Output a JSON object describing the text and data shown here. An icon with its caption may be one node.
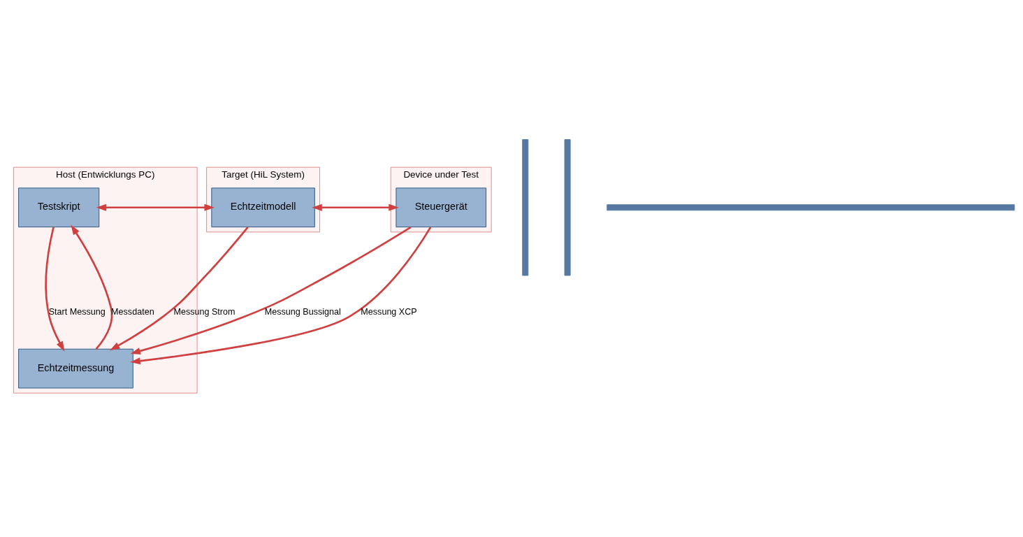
{
  "diagram": {
    "nodes": [
      {
        "text": [
          "Host (Entwicklungs PC)"
        ]
      },
      {
        "text": [
          "Testskript"
        ],
        "in": 0
      },
      {
        "text": [
          "Echtzeitmessung"
        ],
        "in": 0
      },
      {
        "text": [
          "Target (HiL System)"
        ]
      },
      {
        "text": [
          "Echtzeitmodell"
        ],
        "in": 3
      },
      {
        "text": [
          "Device under Test"
        ]
      },
      {
        "text": [
          "Steuergerät"
        ],
        "in": 5
      },
      {
        "text": [],
        "shape": "bar"
      },
      {
        "text": [],
        "shape": "bar"
      },
      {
        "text": [],
        "shape": "bar"
      }
    ],
    "edges": [
      {
        "from": 1,
        "to": 4,
        "arrow": "both"
      },
      {
        "from": 1,
        "to": 2,
        "arrow": "to",
        "label": "Start Messung"
      },
      {
        "from": 2,
        "to": 1,
        "arrow": "to",
        "label": "Messdaten"
      },
      {
        "from": 4,
        "to": 6,
        "arrow": "both"
      },
      {
        "from": 4,
        "to": 2,
        "arrow": "to",
        "label": "Messung Strom"
      },
      {
        "from": 6,
        "to": 2,
        "arrow": "to",
        "label": "Messung Bussignal"
      },
      {
        "from": 6,
        "to": 2,
        "arrow": "to",
        "label": "Messung XCP"
      }
    ]
  }
}
